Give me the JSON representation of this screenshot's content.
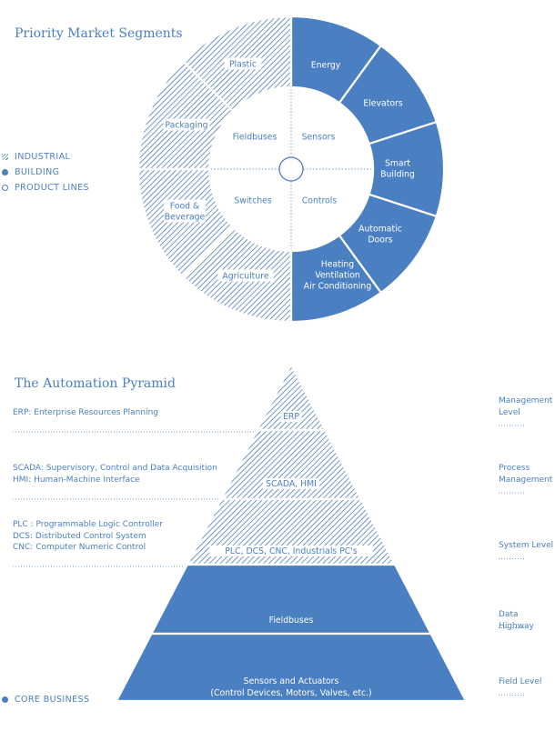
{
  "ring": {
    "title": "Priority Market Segments",
    "industrial_segments": [
      "Agriculture",
      "Food & Beverage",
      "Packaging",
      "Plastic"
    ],
    "building_segments": [
      "Energy",
      "Elevators",
      "Smart Building",
      "Automatic Doors",
      "Heating Ventilation Air Conditioning"
    ],
    "product_lines": [
      "Fieldbuses",
      "Sensors",
      "Switches",
      "Controls"
    ]
  },
  "legend": {
    "industrial": "INDUSTRIAL",
    "building": "BUILDING",
    "product_lines": "PRODUCT LINES",
    "core_business": "CORE BUSINESS"
  },
  "pyramid": {
    "title": "The Automation Pyramid",
    "levels": [
      {
        "label": "ERP",
        "style": "hatch",
        "desc": [
          "ERP: Enterprise Resources Planning"
        ],
        "level": "Management Level"
      },
      {
        "label": "SCADA, HMI",
        "style": "hatch",
        "desc": [
          "SCADA: Supervisory, Control and Data Acquisition",
          "HMI: Human-Machine Interface"
        ],
        "level": "Process Management"
      },
      {
        "label": "PLC, DCS, CNC, Industrials PC's",
        "style": "hatch",
        "desc": [
          "PLC : Programmable Logic Controller",
          "DCS: Distributed Control System",
          "CNC: Computer Numeric Control"
        ],
        "level": "System Level"
      },
      {
        "label": "Fieldbuses",
        "style": "solid",
        "desc": [],
        "level": "Data Highway"
      },
      {
        "label": "Sensors and Actuators (Control Devices, Motors, Valves, etc.)",
        "style": "solid",
        "desc": [],
        "level": "Field Level"
      }
    ]
  },
  "colors": {
    "accent": "#4a7fc1",
    "background": "#ffffff"
  }
}
